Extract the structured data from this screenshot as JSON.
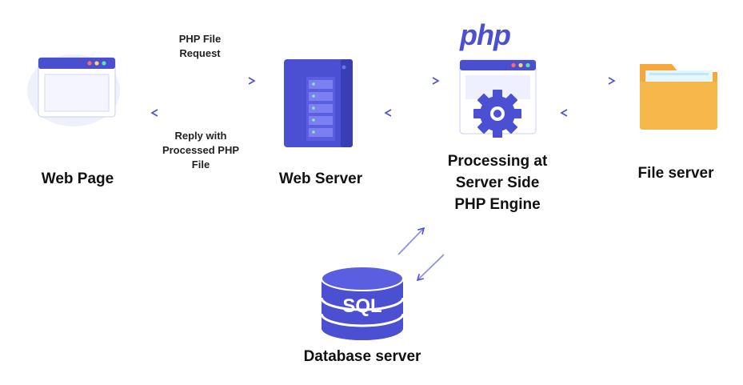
{
  "nodes": {
    "web_page": {
      "label": "Web Page",
      "icon": "browser-window-icon"
    },
    "web_server": {
      "label": "Web Server",
      "icon": "server-rack-icon"
    },
    "php_engine": {
      "label": "Processing at\nServer Side\nPHP Engine",
      "logo": "php",
      "icon": "php-gear-window-icon"
    },
    "file_server": {
      "label": "File server",
      "icon": "folder-icon"
    },
    "database_server": {
      "label": "Database server",
      "icon": "database-icon",
      "icon_text": "SQL"
    }
  },
  "edges": {
    "request_label": "PHP File\nRequest",
    "reply_label": "Reply with\nProcessed PHP\nFile"
  },
  "colors": {
    "accent": "#4b4fd1",
    "accent_dark": "#3a3eb5",
    "window_bar": "#4a4fd0",
    "window_fill": "#eef0ff",
    "folder": "#f7b84b",
    "dot_red": "#ff6b6b",
    "dot_yellow": "#ffd166",
    "dot_green": "#5ee3a1"
  }
}
